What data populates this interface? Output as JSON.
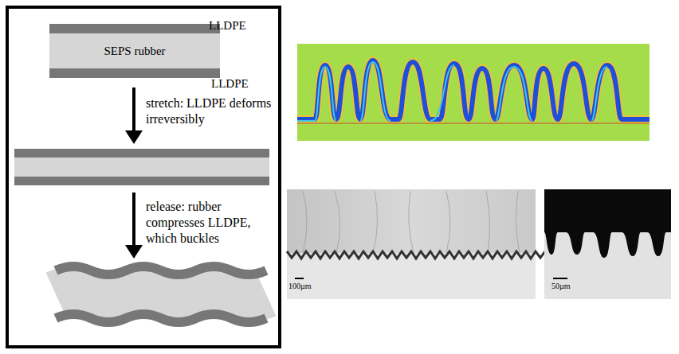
{
  "diagram": {
    "nodes": [
      {
        "text": [
          "SEPS rubber"
        ]
      }
    ],
    "labels": [
      "LLDPE",
      "LLDPE",
      "stretch: LLDPE deforms irreversibly",
      "release: rubber compresses LLDPE, which buckles",
      "100µm",
      "50µm"
    ]
  }
}
